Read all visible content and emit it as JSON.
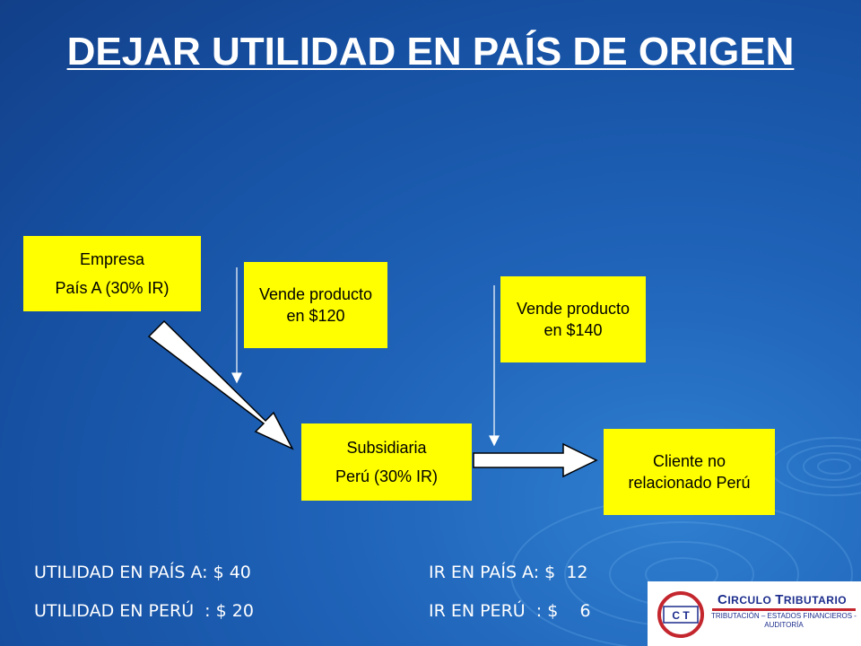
{
  "title": "DEJAR UTILIDAD EN PAÍS DE ORIGEN",
  "boxes": {
    "empresa": {
      "line1": "Empresa",
      "line2": "País A (30% IR)"
    },
    "vende1": {
      "text": "Vende producto en $120"
    },
    "vende2": {
      "text": "Vende producto en $140"
    },
    "subsidiaria": {
      "line1": "Subsidiaria",
      "line2": "Perú (30% IR)"
    },
    "cliente": {
      "text": "Cliente no relacionado Perú"
    }
  },
  "summary": {
    "utilidad_pais_a": "UTILIDAD EN PAÍS A: $ 40",
    "utilidad_peru": "UTILIDAD EN PERÚ  : $ 20",
    "ir_pais_a": "IR EN PAÍS A: $  12",
    "ir_peru": "IR EN PERÚ  : $    6"
  },
  "logo": {
    "mark": "C T",
    "name_c": "C",
    "name_rest1": "IRCULO ",
    "name_t": "T",
    "name_rest2": "RIBUTARIO",
    "tagline": "TRIBUTACIÓN – ESTADOS FINANCIEROS - AUDITORÍA"
  },
  "colors": {
    "box_fill": "#ffff00",
    "arrow_fill": "#ffffff",
    "background": "#1f63b8",
    "text_light": "#ffffff",
    "logo_blue": "#1b2c8c",
    "logo_red": "#c4262e"
  }
}
